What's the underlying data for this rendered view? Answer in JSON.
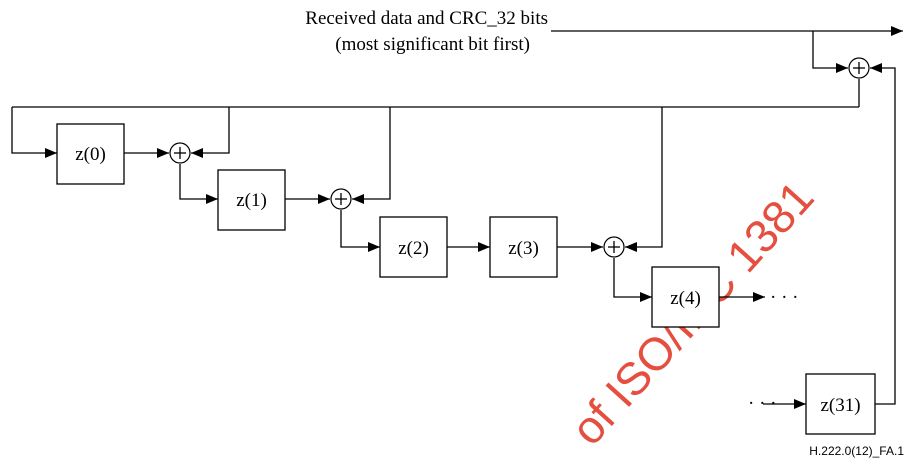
{
  "input_label": {
    "line1": "Received data and CRC_32 bits",
    "line2": "(most significant bit first)"
  },
  "registers": [
    "z(0)",
    "z(1)",
    "z(2)",
    "z(3)",
    "z(4)",
    "z(31)"
  ],
  "ellipsis": "· · ·",
  "figure_id": "H.222.0(12)_FA.1",
  "watermark": {
    "visible_text": "of ISO/IEC 1381",
    "color": "#e0301e"
  },
  "colors": {
    "line": "#000000",
    "background": "#ffffff"
  }
}
